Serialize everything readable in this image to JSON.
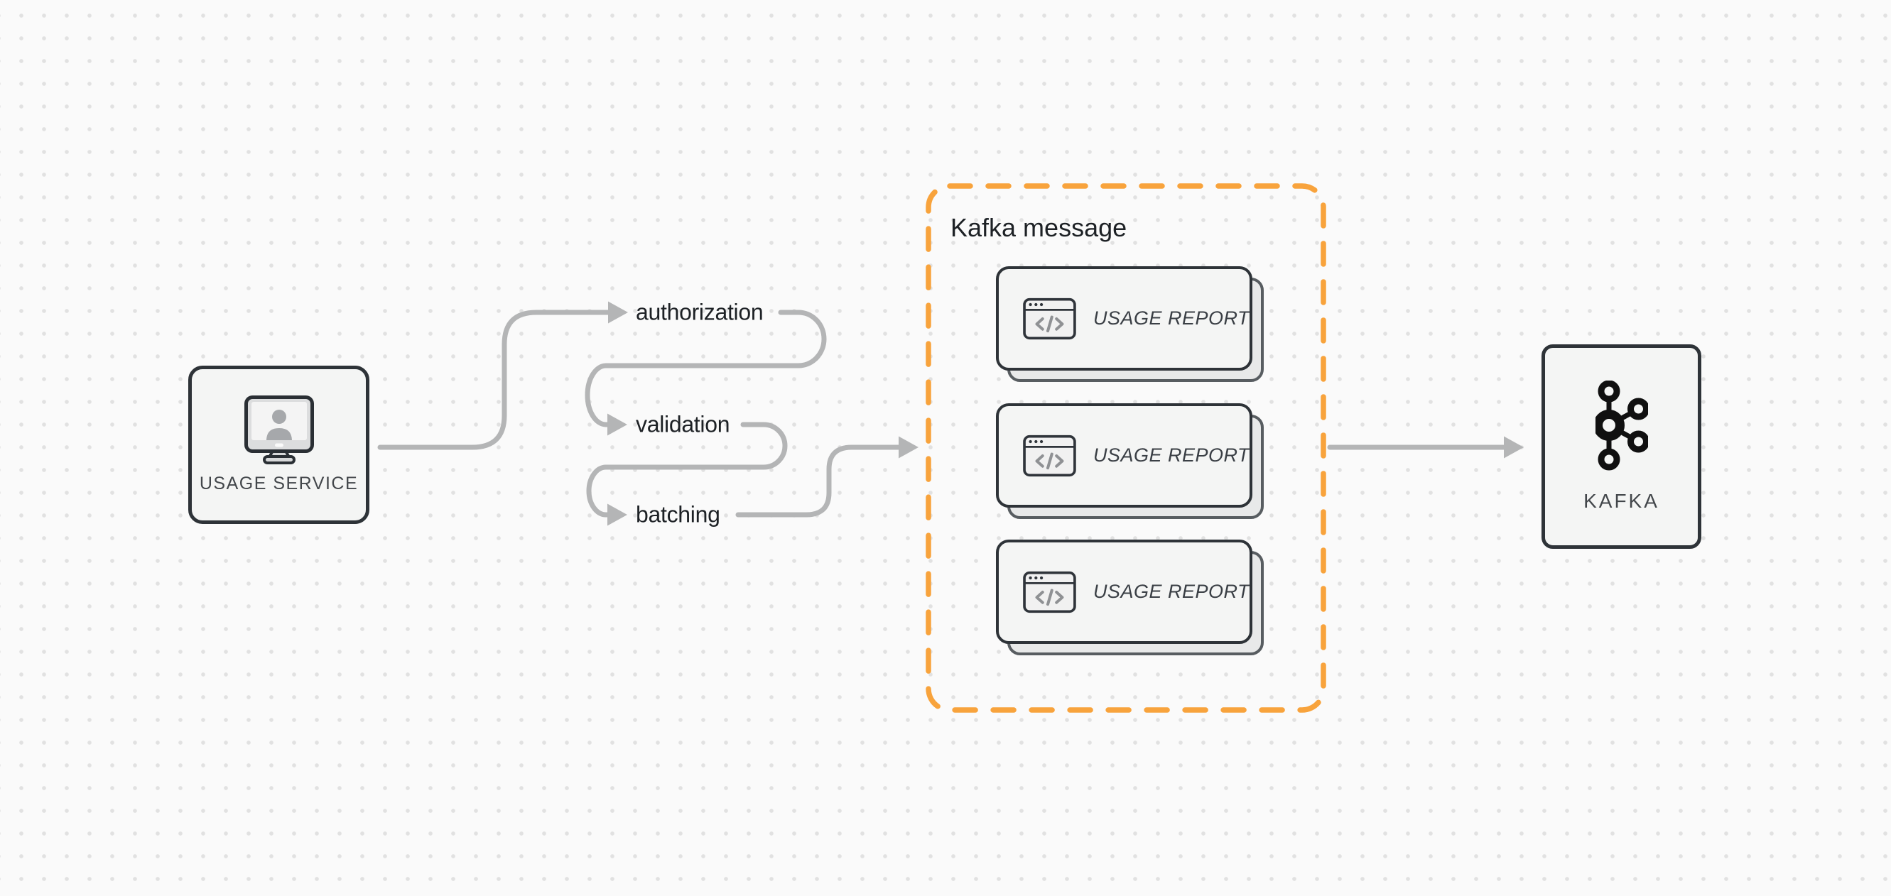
{
  "colors": {
    "accent_orange": "#f8a33c",
    "connector_gray": "#b4b5b6",
    "node_border": "#2e3338",
    "node_fill": "#f4f5f4",
    "shadow_border": "#585d61",
    "shadow_fill": "#e8e9e9",
    "text_dark": "#1d2125",
    "text_secondary": "#43474b",
    "background": "#fafafa",
    "dot_grid": "#e1e1e1"
  },
  "nodes": {
    "usage_service": {
      "label": "USAGE SERVICE",
      "icon": "monitor-user-icon"
    },
    "kafka": {
      "label": "KAFKA",
      "icon": "kafka-logo-icon"
    }
  },
  "steps": [
    {
      "label": "authorization"
    },
    {
      "label": "validation"
    },
    {
      "label": "batching"
    }
  ],
  "kafka_message_group": {
    "title": "Kafka message",
    "cards": [
      {
        "label": "USAGE REPORT",
        "icon": "code-window-icon"
      },
      {
        "label": "USAGE REPORT",
        "icon": "code-window-icon"
      },
      {
        "label": "USAGE REPORT",
        "icon": "code-window-icon"
      }
    ]
  }
}
